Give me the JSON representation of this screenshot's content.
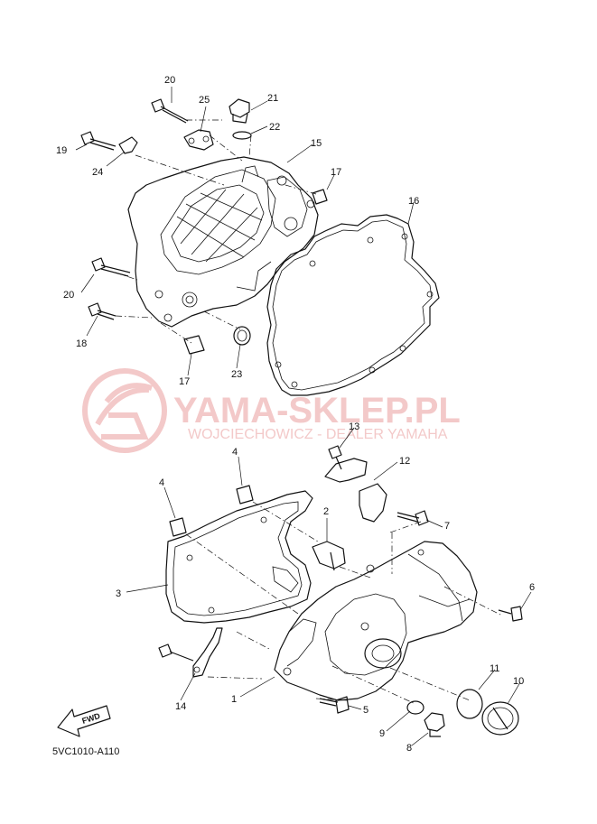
{
  "watermark": {
    "title": "YAMA-SKLEP.PL",
    "subtitle": "WOJCIECHOWICZ - DEALER YAMAHA",
    "color": "#f3c9c9"
  },
  "diagram_code": "5VC1010-A110",
  "direction_badge": "FWD",
  "callouts": {
    "c1": "1",
    "c2": "2",
    "c3": "3",
    "c4a": "4",
    "c4b": "4",
    "c5": "5",
    "c6": "6",
    "c7": "7",
    "c8": "8",
    "c9": "9",
    "c10": "10",
    "c11": "11",
    "c12": "12",
    "c13": "13",
    "c14": "14",
    "c15": "15",
    "c16": "16",
    "c17a": "17",
    "c17b": "17",
    "c18": "18",
    "c19": "19",
    "c20a": "20",
    "c20b": "20",
    "c21": "21",
    "c22": "22",
    "c23": "23",
    "c24": "24",
    "c25": "25"
  }
}
